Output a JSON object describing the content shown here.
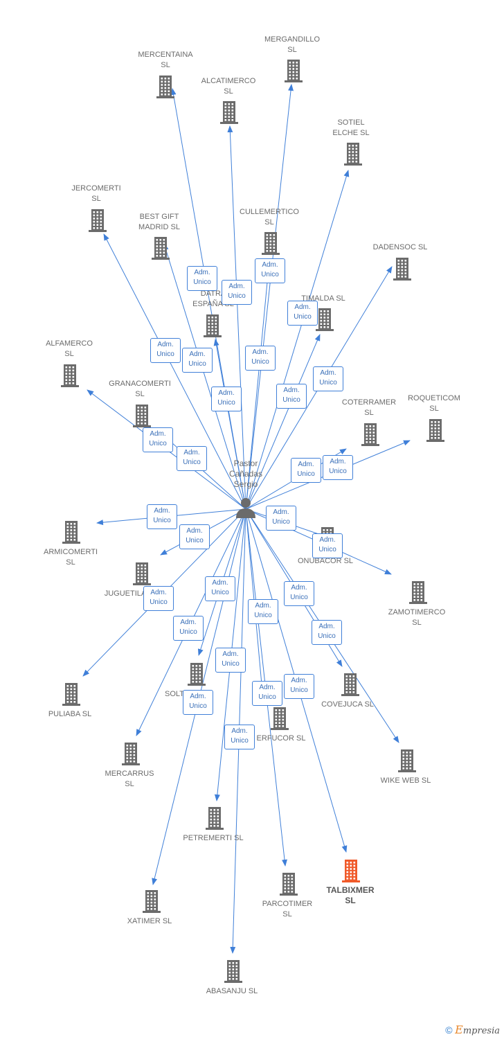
{
  "diagram": {
    "colors": {
      "edge": "#3f7fd8",
      "building": "#6b6b6b",
      "highlight": "#f05a2a",
      "text": "#6b6b6b",
      "role_text": "#3a6fb8"
    },
    "center": {
      "name": "Pastor\nCañadas\nSergio",
      "icon": "person-icon"
    },
    "role_label": "Adm.\nUnico",
    "companies": [
      {
        "id": "mercentaina",
        "name": "MERCENTAINA\nSL"
      },
      {
        "id": "mergandillo",
        "name": "MERGANDILLO\nSL"
      },
      {
        "id": "alcatimerco",
        "name": "ALCATIMERCO\nSL"
      },
      {
        "id": "sotiel",
        "name": "SOTIEL\nELCHE  SL"
      },
      {
        "id": "jercomerti",
        "name": "JERCOMERTI\nSL"
      },
      {
        "id": "bestgift",
        "name": "BEST GIFT\nMADRID  SL"
      },
      {
        "id": "cullemertico",
        "name": "CULLEMERTICO\nSL"
      },
      {
        "id": "dadensoc",
        "name": "DADENSOC  SL"
      },
      {
        "id": "datra",
        "name": "DATRA\nESPAÑA  SL"
      },
      {
        "id": "timalda",
        "name": "TIMALDA  SL"
      },
      {
        "id": "alfamerco",
        "name": "ALFAMERCO\nSL"
      },
      {
        "id": "granacomerti",
        "name": "GRANACOMERTI\nSL"
      },
      {
        "id": "coterramer",
        "name": "COTERRAMER\nSL"
      },
      {
        "id": "roqueticom",
        "name": "ROQUETICOM\nSL"
      },
      {
        "id": "armicomerti",
        "name": "ARMICOMERTI\nSL"
      },
      {
        "id": "onubacor",
        "name": "ONUBACOR  SL"
      },
      {
        "id": "juguetila",
        "name": "JUGUETILA"
      },
      {
        "id": "zamotimerco",
        "name": "ZAMOTIMERCO\nSL"
      },
      {
        "id": "puliaba",
        "name": "PULIABA  SL"
      },
      {
        "id": "solt",
        "name": "SOLT"
      },
      {
        "id": "covejuca",
        "name": "COVEJUCA  SL"
      },
      {
        "id": "erfucor",
        "name": "ERFUCOR  SL"
      },
      {
        "id": "mercarrus",
        "name": "MERCARRUS\nSL"
      },
      {
        "id": "wikeweb",
        "name": "WIKE WEB  SL"
      },
      {
        "id": "petremerti",
        "name": "PETREMERTI  SL"
      },
      {
        "id": "talbixmer",
        "name": "TALBIXMER\nSL",
        "highlight": true
      },
      {
        "id": "parcotimer",
        "name": "PARCOTIMER\nSL"
      },
      {
        "id": "xatimer",
        "name": "XATIMER  SL"
      },
      {
        "id": "abasanju",
        "name": "ABASANJU  SL"
      }
    ],
    "credit": {
      "copyright": "©",
      "brand_initial": "E",
      "brand_rest": "mpresia"
    }
  }
}
